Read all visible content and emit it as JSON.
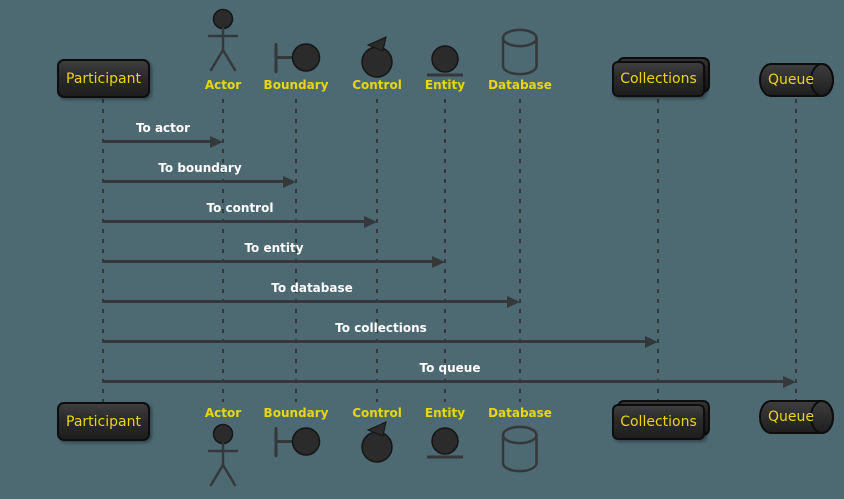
{
  "diagram_type": "uml-sequence-diagram",
  "colors": {
    "background": "#4D6A73",
    "box_top": "#3E3E3E",
    "box_bottom": "#1E1E1E",
    "box_border": "#0D0D0D",
    "accent": "#EBD60D",
    "message_text": "#FFFFFF",
    "line": "#35383A",
    "lifeline": "#35383A",
    "icon_fill": "#2B2B2B",
    "icon_stroke": "#151515"
  },
  "participants": [
    {
      "label": "Participant",
      "type": "participant"
    },
    {
      "label": "Actor",
      "type": "actor"
    },
    {
      "label": "Boundary",
      "type": "boundary"
    },
    {
      "label": "Control",
      "type": "control"
    },
    {
      "label": "Entity",
      "type": "entity"
    },
    {
      "label": "Database",
      "type": "database"
    },
    {
      "label": "Collections",
      "type": "collections"
    },
    {
      "label": "Queue",
      "type": "queue"
    }
  ],
  "messages": [
    {
      "from": "Participant",
      "to": "Actor",
      "label": "To actor"
    },
    {
      "from": "Participant",
      "to": "Boundary",
      "label": "To boundary"
    },
    {
      "from": "Participant",
      "to": "Control",
      "label": "To control"
    },
    {
      "from": "Participant",
      "to": "Entity",
      "label": "To entity"
    },
    {
      "from": "Participant",
      "to": "Database",
      "label": "To database"
    },
    {
      "from": "Participant",
      "to": "Collections",
      "label": "To collections"
    },
    {
      "from": "Participant",
      "to": "Queue",
      "label": "To queue"
    }
  ]
}
